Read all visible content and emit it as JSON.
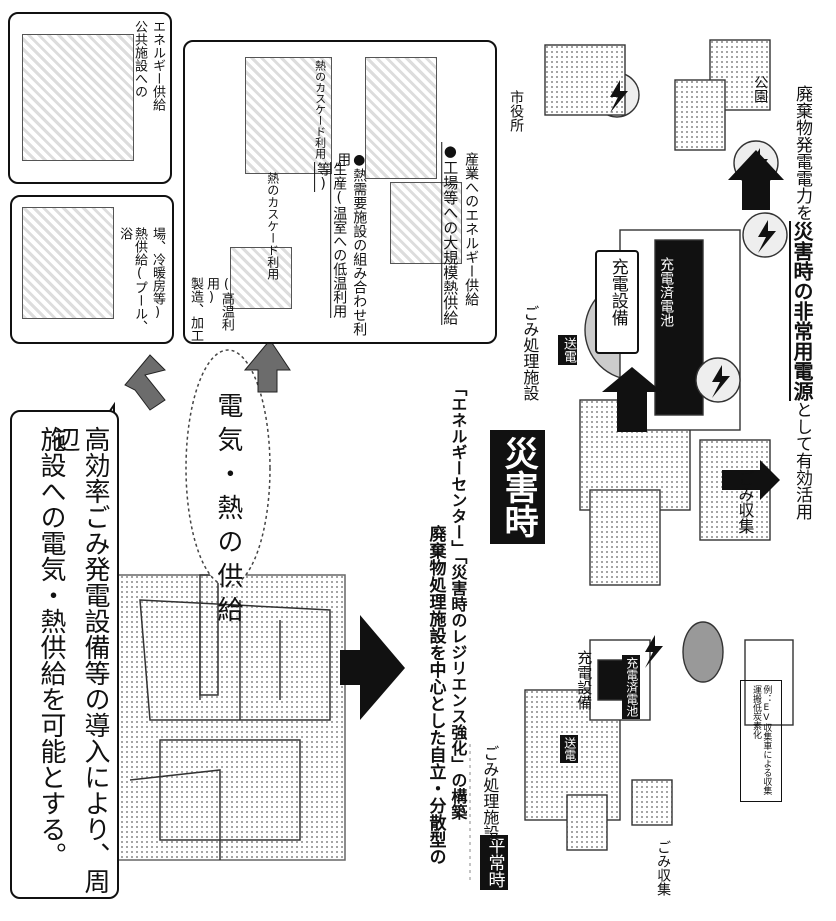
{
  "intro": {
    "line1": "高効率ごみ発電設備等の導入により、周辺",
    "line2": "施設への電気・熱供給を可能とする。"
  },
  "supply_oval": "電気・熱の供給",
  "public_facility": {
    "line1": "公共施設への",
    "line2": "エネルギー供給"
  },
  "heat_pool": {
    "line1": "熱供給(プール、浴",
    "line2": "場、冷暖房等)"
  },
  "manufacturing": {
    "line1": "製造、加工",
    "line2": "(高温利用)"
  },
  "cascade_label": "熱のカスケード利用",
  "production": {
    "line1": "生産(温室への低温利用等)",
    "line2": "熱需要施設の組み合わせ利用"
  },
  "industry": {
    "line1": "工場等への大規模熱供給",
    "line2": "産業へのエネルギー供給"
  },
  "title": {
    "line1": "廃棄物処理施設を中心とした自立・分散型の",
    "line2": "「エネルギーセンター」「災害時のレジリエンス強化」の構築"
  },
  "normal": {
    "badge": "平常時",
    "facility": "ごみ処理施設",
    "power_tag": "送電",
    "charger": "充電設備",
    "battery": "充電済電池",
    "collection": "ごみ収集",
    "note": "例：EV収集車による収集運搬低炭素化"
  },
  "disaster": {
    "badge": "災害時",
    "facility": "ごみ処理施設",
    "power_tag": "送電",
    "charger": "充電設備",
    "battery": "充電済電池",
    "collection": "ごみ収集",
    "city_hall": "市役所",
    "park": "公園",
    "caption_pre": "廃棄物発電電力を",
    "caption_em": "災害時の非常用電源",
    "caption_post": "として有効活用"
  },
  "colors": {
    "ink": "#111111",
    "paper": "#ffffff",
    "screen": "#cccccc"
  },
  "icons": [
    "lightning-icon",
    "battery-icon",
    "arrow-icon",
    "building-icon",
    "truck-icon"
  ]
}
